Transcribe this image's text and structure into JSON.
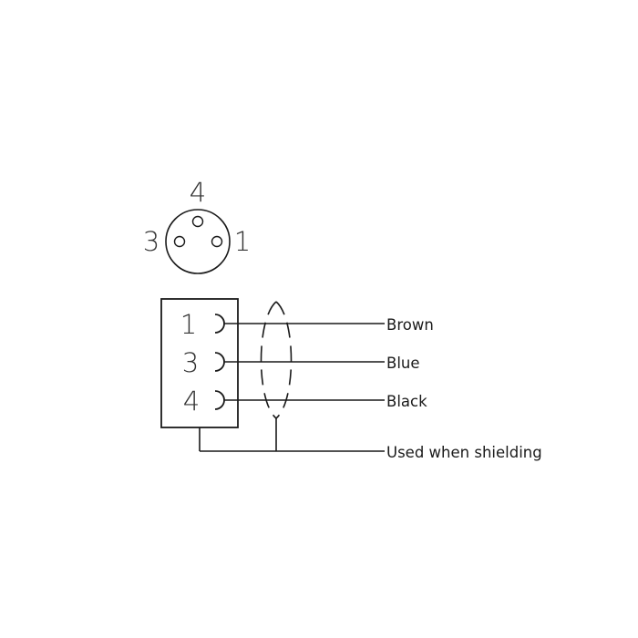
{
  "colors": {
    "line": "#1a1a1a",
    "text": "#1a1a1a",
    "background": "#ffffff"
  },
  "face": {
    "pins": [
      {
        "label": "4",
        "position": "top"
      },
      {
        "label": "3",
        "position": "left"
      },
      {
        "label": "1",
        "position": "right"
      }
    ]
  },
  "connector": {
    "pins": [
      {
        "label": "1",
        "wire": "Brown"
      },
      {
        "label": "3",
        "wire": "Blue"
      },
      {
        "label": "4",
        "wire": "Black"
      }
    ]
  },
  "shield": {
    "label": "Used when shielding"
  }
}
